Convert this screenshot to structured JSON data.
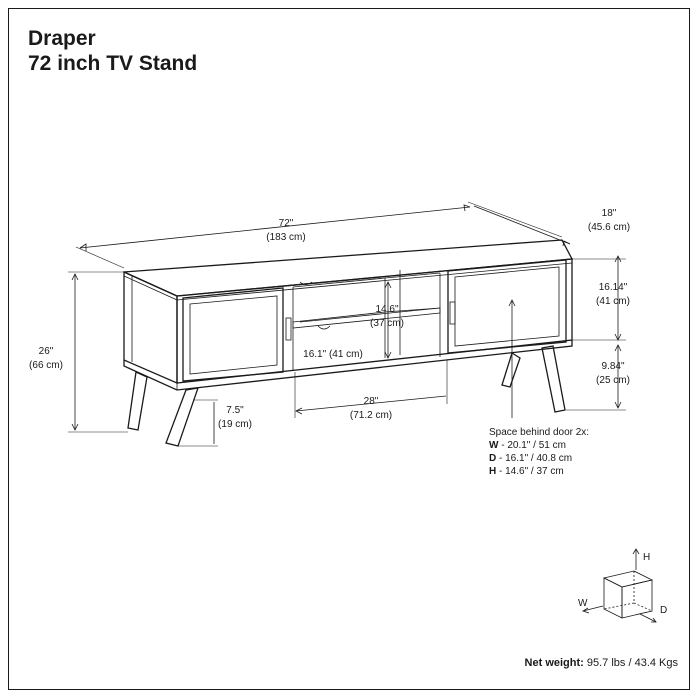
{
  "title": {
    "line1": "Draper",
    "line2": "72 inch TV Stand"
  },
  "dimensions": {
    "width": {
      "in": "72\"",
      "cm": "(183 cm)"
    },
    "depth": {
      "in": "18\"",
      "cm": "(45.6 cm)"
    },
    "height": {
      "in": "26\"",
      "cm": "(66 cm)"
    },
    "body_height": {
      "in": "16.14\"",
      "cm": "(41 cm)"
    },
    "leg_height": {
      "in": "9.84\"",
      "cm": "(25 cm)"
    },
    "shelf_height": {
      "in": "14.6\"",
      "cm": "(37 cm)"
    },
    "shelf_depth": {
      "text": "16.1\" (41 cm)"
    },
    "inner_width": {
      "in": "28\"",
      "cm": "(71.2 cm)"
    },
    "leg_spacing": {
      "in": "7.5\"",
      "cm": "(19 cm)"
    }
  },
  "door_space": {
    "heading": "Space behind door 2x:",
    "rows": [
      {
        "key": "W",
        "value": " - 20.1\" / 51 cm"
      },
      {
        "key": "D",
        "value": " - 16.1\" / 40.8 cm"
      },
      {
        "key": "H",
        "value": " - 14.6\" / 37 cm"
      }
    ]
  },
  "axes": {
    "h": "H",
    "w": "W",
    "d": "D"
  },
  "net_weight": {
    "label": "Net weight:",
    "value": " 95.7 lbs / 43.4 Kgs"
  }
}
